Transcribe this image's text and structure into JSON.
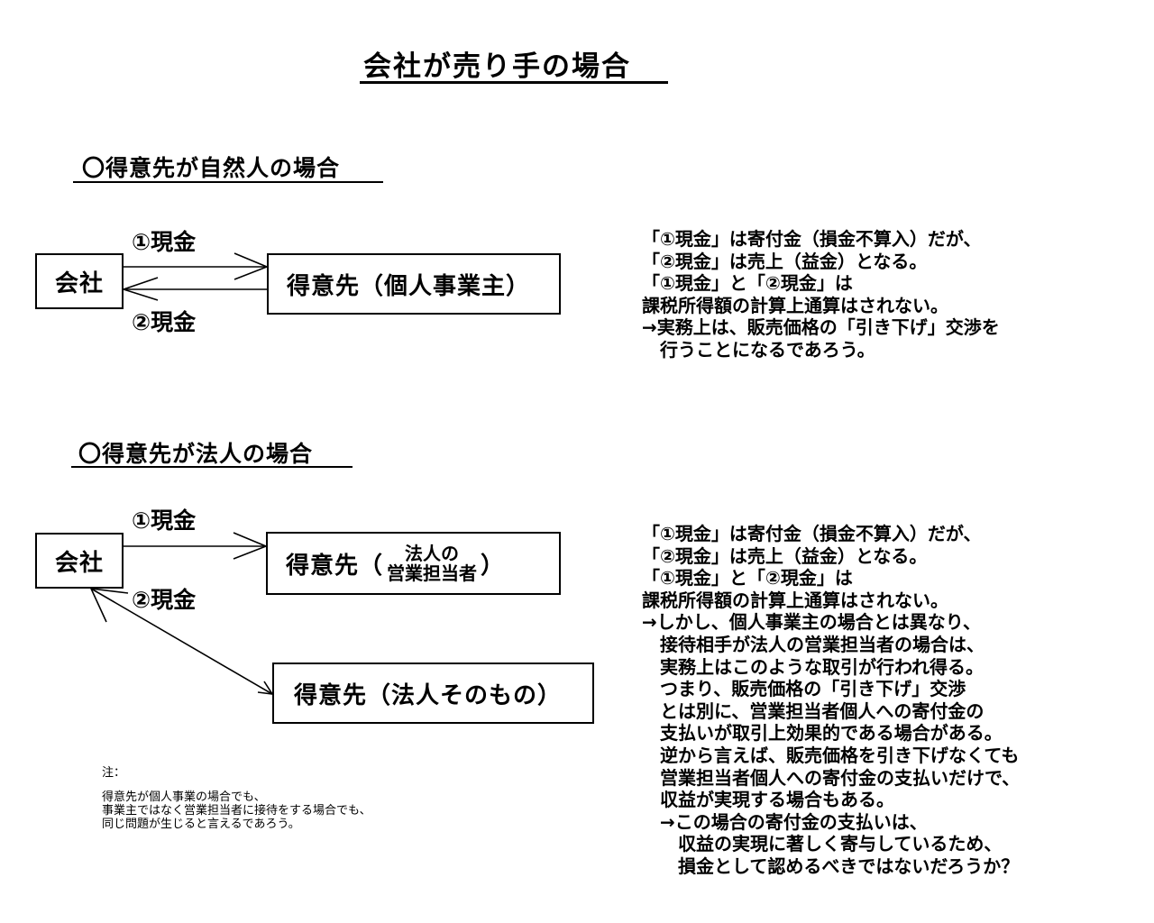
{
  "title": "会社が売り手の場合",
  "section1": {
    "heading": "〇得意先が自然人の場合",
    "company": "会社",
    "customer": "得意先（個人事業主）",
    "flow1": "①現金",
    "flow2": "②現金",
    "note": [
      "「①現金」は寄付金（損金不算入）だが、",
      "「②現金」は売上（益金）となる。",
      "「①現金」と「②現金」は",
      "課税所得額の計算上通算はされない。",
      "→実務上は、販売価格の「引き下げ」交渉を",
      "　行うことになるであろう。"
    ]
  },
  "section2": {
    "heading": "〇得意先が法人の場合",
    "company": "会社",
    "customer_prefix": "得意先（",
    "customer_line1": "法人の",
    "customer_line2": "営業担当者",
    "customer_suffix": "）",
    "customer_corp": "得意先（法人そのもの）",
    "flow1": "①現金",
    "flow2": "②現金",
    "note": [
      "「①現金」は寄付金（損金不算入）だが、",
      "「②現金」は売上（益金）となる。",
      "「①現金」と「②現金」は",
      "課税所得額の計算上通算はされない。",
      "→しかし、個人事業主の場合とは異なり、",
      "　接待相手が法人の営業担当者の場合は、",
      "　実務上はこのような取引が行われ得る。",
      "　つまり、販売価格の「引き下げ」交渉",
      "　とは別に、営業担当者個人への寄付金の",
      "　支払いが取引上効果的である場合がある。",
      "　逆から言えば、販売価格を引き下げなくても",
      "　営業担当者個人への寄付金の支払いだけで、",
      "　収益が実現する場合もある。",
      "　→この場合の寄付金の支払いは、",
      "　　収益の実現に著しく寄与しているため、",
      "　　損金として認めるべきではないだろうか？"
    ]
  },
  "footnote": {
    "label": "注：",
    "lines": [
      "得意先が個人事業の場合でも、",
      "事業主ではなく営業担当者に接待をする場合でも、",
      "同じ問題が生じると言えるであろう。"
    ]
  }
}
